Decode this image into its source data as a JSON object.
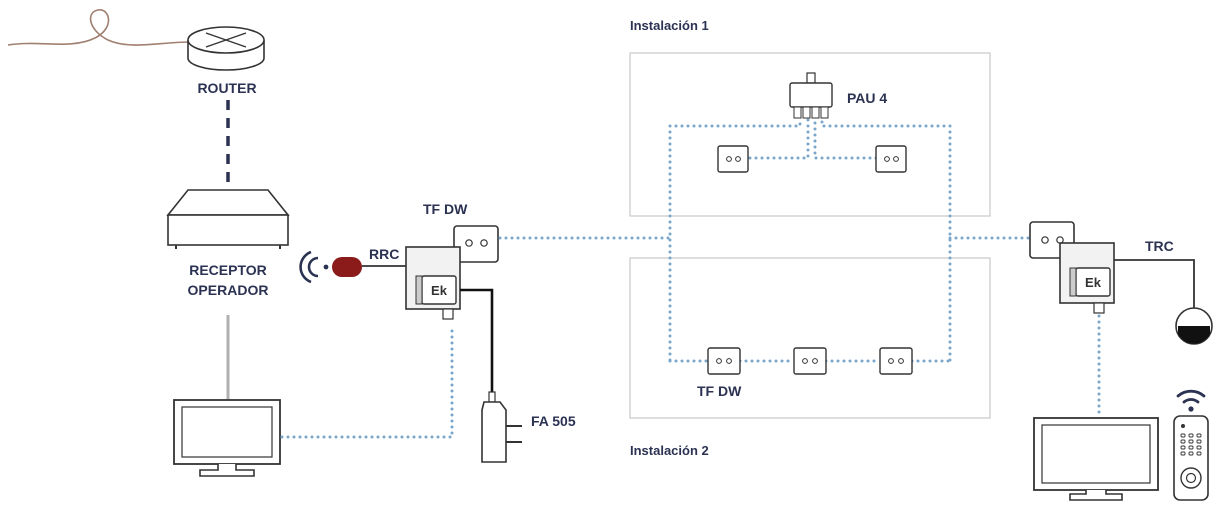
{
  "colors": {
    "label": "#2b3252",
    "dashed_link": "#2b3252",
    "dotted_link": "#7aa6cc",
    "grey_link": "#b0b0b0",
    "device_stroke": "#333333",
    "box_border": "#c8c8c8",
    "rrc_sensor": "#8b1a1a"
  },
  "labels": {
    "router": "ROUTER",
    "receptor_line1": "RECEPTOR",
    "receptor_line2": "OPERADOR",
    "rrc": "RRC",
    "tf_dw_top": "TF DW",
    "fa_505": "FA 505",
    "instalacion_1": "Instalación 1",
    "pau_4": "PAU 4",
    "tf_dw_bottom": "TF DW",
    "instalacion_2": "Instalación 2",
    "trc": "TRC",
    "ek_badge": "Ek"
  },
  "icons": {
    "router": "router-icon",
    "receptor": "set-top-box-icon",
    "tv_left": "tv-icon",
    "tv_right": "tv-icon",
    "remote": "remote-control-icon",
    "wifi": "wifi-icon",
    "ir_signal": "ir-signal-icon",
    "power_adapter": "power-adapter-icon",
    "pau": "pau-splitter-icon",
    "socket": "wall-socket-icon",
    "ir_eye": "ir-eye-icon"
  }
}
